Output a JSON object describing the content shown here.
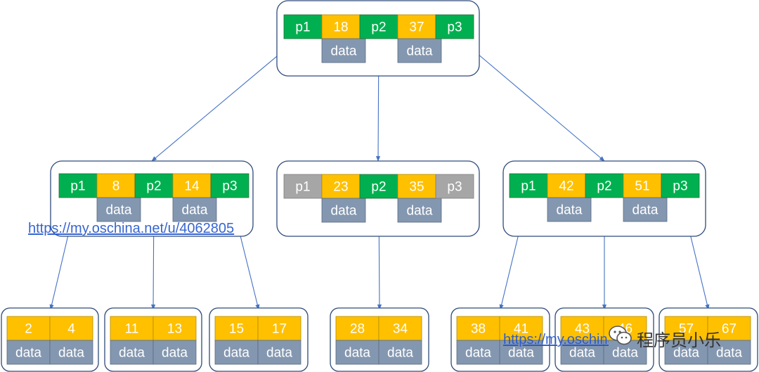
{
  "tree": {
    "root": {
      "cells": [
        {
          "label": "p1",
          "kind": "pointer"
        },
        {
          "label": "18",
          "kind": "key",
          "data": "data"
        },
        {
          "label": "p2",
          "kind": "pointer"
        },
        {
          "label": "37",
          "kind": "key",
          "data": "data"
        },
        {
          "label": "p3",
          "kind": "pointer"
        }
      ]
    },
    "internal": [
      {
        "cells": [
          {
            "label": "p1",
            "kind": "pointer"
          },
          {
            "label": "8",
            "kind": "key",
            "data": "data"
          },
          {
            "label": "p2",
            "kind": "pointer"
          },
          {
            "label": "14",
            "kind": "key",
            "data": "data"
          },
          {
            "label": "p3",
            "kind": "pointer"
          }
        ]
      },
      {
        "cells": [
          {
            "label": "p1",
            "kind": "pointer-unused"
          },
          {
            "label": "23",
            "kind": "key",
            "data": "data"
          },
          {
            "label": "p2",
            "kind": "pointer"
          },
          {
            "label": "35",
            "kind": "key",
            "data": "data"
          },
          {
            "label": "p3",
            "kind": "pointer-unused"
          }
        ]
      },
      {
        "cells": [
          {
            "label": "p1",
            "kind": "pointer"
          },
          {
            "label": "42",
            "kind": "key",
            "data": "data"
          },
          {
            "label": "p2",
            "kind": "pointer"
          },
          {
            "label": "51",
            "kind": "key",
            "data": "data"
          },
          {
            "label": "p3",
            "kind": "pointer"
          }
        ]
      }
    ],
    "leaves": [
      {
        "keys": [
          "2",
          "4"
        ],
        "data": [
          "data",
          "data"
        ]
      },
      {
        "keys": [
          "11",
          "13"
        ],
        "data": [
          "data",
          "data"
        ]
      },
      {
        "keys": [
          "15",
          "17"
        ],
        "data": [
          "data",
          "data"
        ]
      },
      {
        "keys": [
          "28",
          "34"
        ],
        "data": [
          "data",
          "data"
        ]
      },
      {
        "keys": [
          "38",
          "41"
        ],
        "data": [
          "data",
          "data"
        ]
      },
      {
        "keys": [
          "43",
          "46"
        ],
        "data": [
          "data",
          "data"
        ]
      },
      {
        "keys": [
          "57",
          "67"
        ],
        "data": [
          "data",
          "data"
        ]
      }
    ],
    "colors": {
      "pointer": "#00b050",
      "pointer_unused": "#a6a6a6",
      "key": "#ffc000",
      "data": "#8497b0",
      "arrow": "#4472c4",
      "node_border": "#2e4a7a"
    }
  },
  "watermarks": {
    "url_1": "https://my.oschina.net/u/4062805",
    "url_2": "https://my.oschina.net/u/4062805",
    "brand": "程序员小乐",
    "wechat_icon": "wechat-icon"
  }
}
